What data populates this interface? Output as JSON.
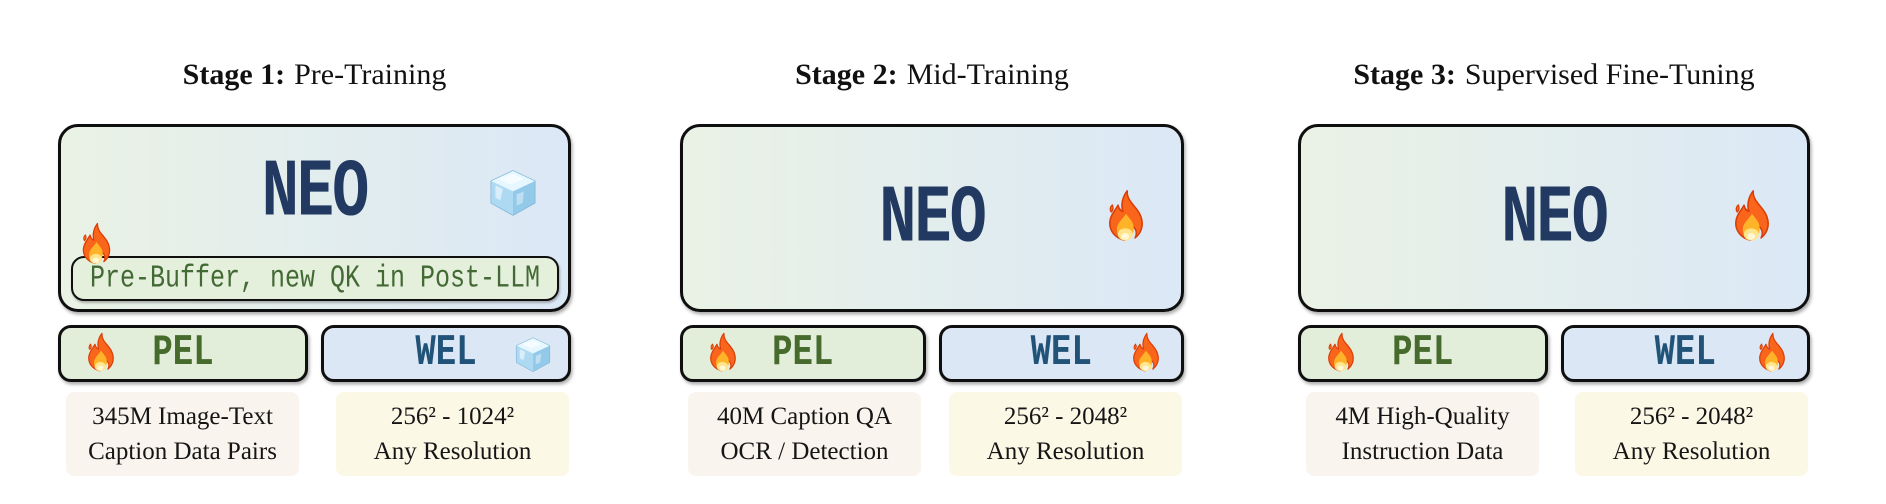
{
  "figure": {
    "stages": [
      {
        "title_bold": "Stage 1:",
        "title_rest": "Pre-Training",
        "model_label": "NEO",
        "model_state_icon": "ice-icon",
        "side_state_icon": "fire-icon",
        "inner_note": "Pre-Buffer, new QK in Post-LLM",
        "pel": {
          "label": "PEL",
          "state_icon": "fire-icon"
        },
        "wel": {
          "label": "WEL",
          "state_icon": "ice-icon"
        },
        "pel_note": [
          "345M Image-Text",
          "Caption Data Pairs"
        ],
        "wel_note": [
          "256² - 1024²",
          "Any Resolution"
        ]
      },
      {
        "title_bold": "Stage 2:",
        "title_rest": "Mid-Training",
        "model_label": "NEO",
        "model_state_icon": "fire-icon",
        "pel": {
          "label": "PEL",
          "state_icon": "fire-icon"
        },
        "wel": {
          "label": "WEL",
          "state_icon": "fire-icon"
        },
        "pel_note": [
          "40M Caption QA",
          "OCR / Detection"
        ],
        "wel_note": [
          "256² - 2048²",
          "Any Resolution"
        ]
      },
      {
        "title_bold": "Stage 3:",
        "title_rest": "Supervised Fine-Tuning",
        "model_label": "NEO",
        "model_state_icon": "fire-icon",
        "pel": {
          "label": "PEL",
          "state_icon": "fire-icon"
        },
        "wel": {
          "label": "WEL",
          "state_icon": "fire-icon"
        },
        "pel_note": [
          "4M High-Quality",
          "Instruction Data"
        ],
        "wel_note": [
          "256² - 2048²",
          "Any Resolution"
        ]
      }
    ],
    "colors": {
      "model_box_gradient_left": "#eaf2e5",
      "model_box_gradient_right": "#dbe8f6",
      "inner_fill": "#e4efdc",
      "inner_text": "#436a34",
      "model_text": "#223a62",
      "pel_fill": "#e2eed9",
      "pel_text": "#466b2d",
      "wel_fill": "#dbe7f4",
      "wel_text": "#215379",
      "note_left_fill": "#faf4ee",
      "note_right_fill": "#fcf8e6"
    }
  }
}
